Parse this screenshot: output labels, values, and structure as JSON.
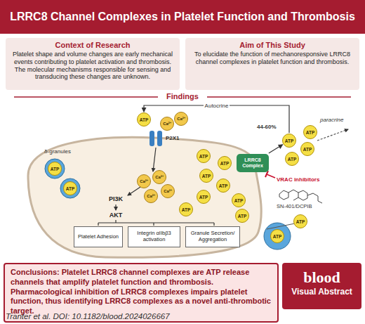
{
  "diagram": {
    "title": "LRRC8 Channel Complexes in Platelet Function and Thrombosis",
    "nodes": [
      {
        "text": [
          "Context of Research",
          "Platelet shape and volume changes are early mechanical events contributing to platelet activation and thrombosis. The molecular mechanisms responsible for sensing and transducing these changes are unknown."
        ]
      },
      {
        "text": [
          "Aim of This Study",
          "To elucidate the function of mechanoresponsive LRRC8 channel complexes in platelet function and thrombosis."
        ]
      },
      {
        "text": [
          "Ca²⁺"
        ]
      },
      {
        "text": [
          "Ca²⁺"
        ]
      },
      {
        "text": [
          "ATP"
        ]
      },
      {
        "text": [
          "ATP"
        ]
      },
      {
        "text": [
          "ATP"
        ]
      },
      {
        "text": [
          "LRRC8 Complex"
        ]
      },
      {
        "text": [
          "ATP"
        ]
      },
      {
        "text": [
          "ATP"
        ]
      },
      {
        "text": [
          "ATP"
        ]
      },
      {
        "text": [
          "ATP"
        ]
      },
      {
        "text": [
          "ATP"
        ]
      },
      {
        "text": [
          "ATP"
        ]
      },
      {
        "text": [
          "ATP"
        ]
      },
      {
        "text": [
          "ATP"
        ]
      },
      {
        "text": [
          "ATP"
        ]
      },
      {
        "text": [
          "ATP"
        ]
      },
      {
        "text": [
          "ATP"
        ]
      },
      {
        "text": [
          "ATP"
        ]
      },
      {
        "text": [
          "Ca²⁺"
        ]
      },
      {
        "text": [
          "Ca²⁺"
        ]
      },
      {
        "text": [
          "Ca²⁺"
        ]
      },
      {
        "text": [
          "Ca²⁺"
        ]
      },
      {
        "text": [
          "Platelet Adhesion"
        ]
      },
      {
        "text": [
          "Integrin αIIbβ3 activation"
        ]
      },
      {
        "text": [
          "Granule Secretion/ Aggregation"
        ]
      },
      {
        "text": [
          "ATP"
        ]
      },
      {
        "text": [
          "ATP"
        ]
      },
      {
        "text": [
          "Conclusions: Platelet LRRC8 channel complexes are ATP release channels that amplify platelet function and thrombosis. Pharmacological inhibition of LRRC8 complexes impairs platelet function, thus identifying LRRC8 complexes as a novel anti-thrombotic target."
        ]
      },
      {
        "text": [
          "blood",
          "Visual Abstract"
        ]
      }
    ],
    "edges": [
      {
        "from": 7,
        "to": 16,
        "arrow": "to"
      },
      {
        "from": 16,
        "to": 6,
        "label": "Autocrine",
        "arrow": "to"
      }
    ],
    "labels": [
      "Findings",
      "δ-granules",
      "P2X1",
      "paracrine",
      "44-60%",
      "VRAC inhibitors",
      "SN-401/DCPIB",
      "PI3K",
      "AKT",
      "Tranter et al. DOI: 10.1182/blood.2024026667"
    ]
  }
}
